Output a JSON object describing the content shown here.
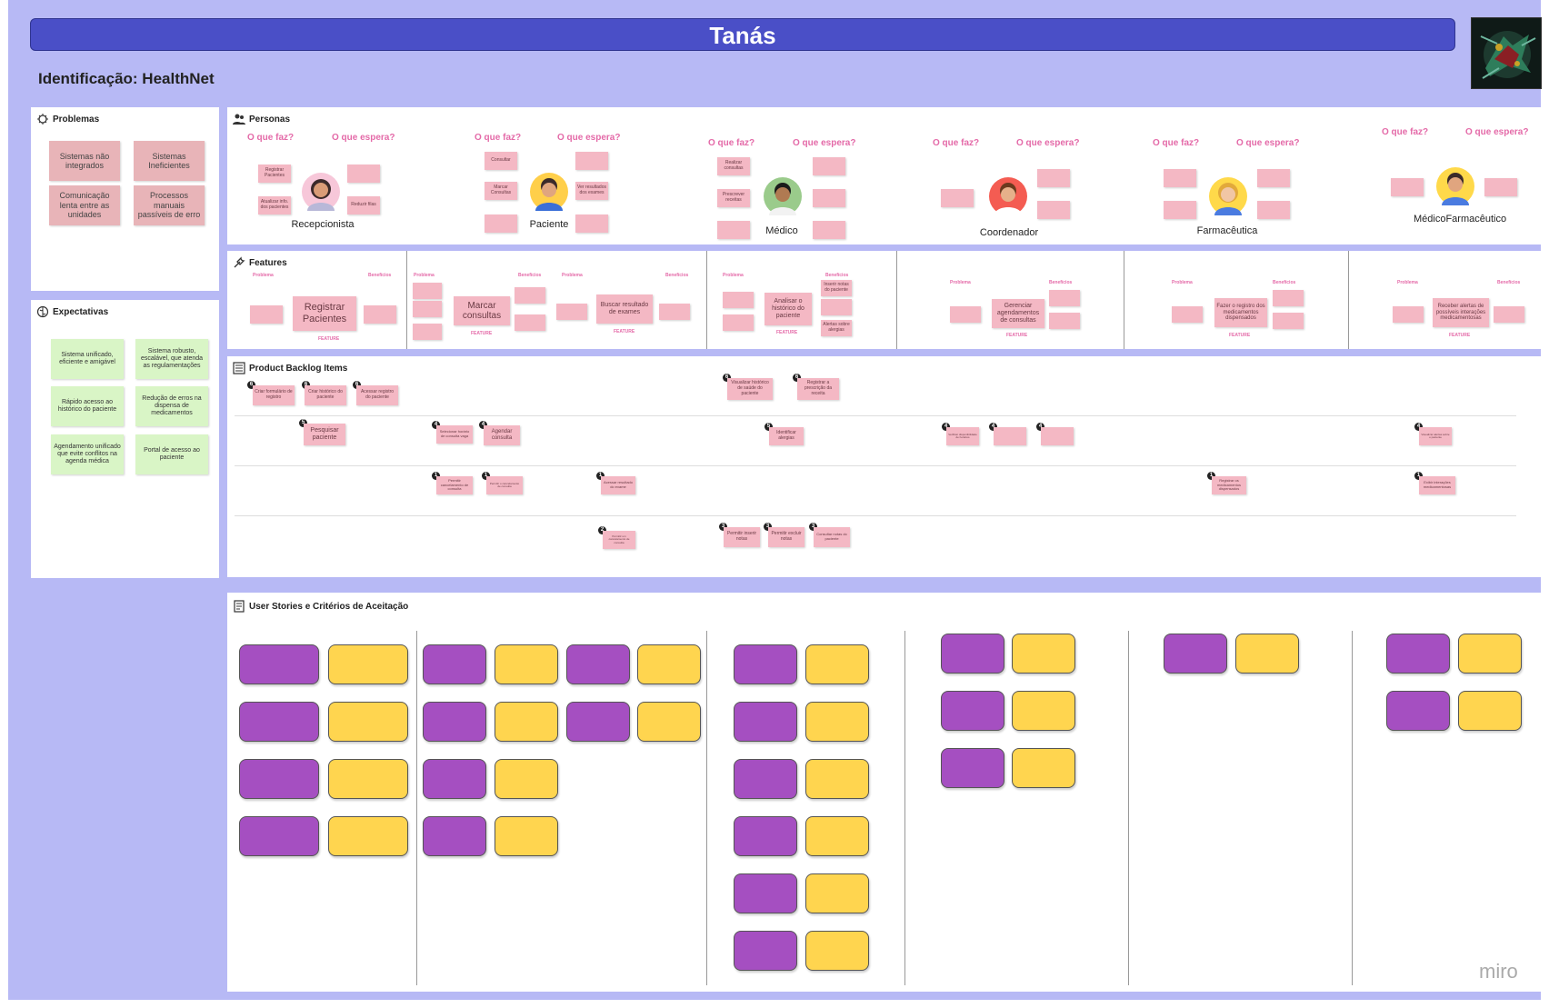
{
  "banner": {
    "title": "Tanás"
  },
  "identification": "Identificação: HealthNet",
  "problems": {
    "title": "Problemas",
    "items": [
      "Sistemas não integrados",
      "Sistemas Ineficientes",
      "Comunicação lenta entre as unidades",
      "Processos manuais passíveis de erro"
    ]
  },
  "expectations": {
    "title": "Expectativas",
    "items": [
      "Sistema unificado, eficiente e amigável",
      "Sistema robusto, escalável, que atenda as regulamentações",
      "Rápido acesso ao histórico do paciente",
      "Redução de erros na dispensa de medicamentos",
      "Agendamento unificado que evite conflitos na agenda médica",
      "Portal de acesso ao paciente"
    ]
  },
  "personas": {
    "title": "Personas",
    "q_does": "O que faz?",
    "q_expects": "O que espera?",
    "list": [
      {
        "name": "Recepcionista"
      },
      {
        "name": "Paciente"
      },
      {
        "name": "Médico"
      },
      {
        "name": "Coordenador"
      },
      {
        "name": "Farmacêutica"
      },
      {
        "name": "MédicoFarmacêutico"
      }
    ],
    "notes": [
      "Registrar Pacientes",
      "Atualizar info. dos pacientes",
      "Reduzir filas",
      "Consultar",
      "Marcar Consultas",
      "Ver resultados dos exames",
      "Realizar consultas",
      "Prescrever receitas"
    ]
  },
  "features": {
    "title": "Features",
    "problems_label": "Problema",
    "benefits_label": "Benefícios",
    "feature_label": "FEATURE",
    "items": [
      "Registrar Pacientes",
      "Marcar consultas",
      "Buscar resultado de exames",
      "Analisar o histórico do paciente",
      "Gerenciar agendamentos de consultas",
      "Fazer o registro dos medicamentos dispensados",
      "Receber alertas de possíveis interações medicamentosas"
    ],
    "notes": [
      "Inserir notas do paciente",
      "Alertas sobre alergias"
    ]
  },
  "backlog": {
    "title": "Product Backlog Items",
    "items": [
      "Criar formulário de registro",
      "Criar histórico do paciente",
      "Acessar registro do paciente",
      "Pesquisar paciente",
      "Selecionar horário de consulta vaga",
      "Agendar consulta",
      "Visualizar histórico de saúde do paciente",
      "Registrar a prescrição da receita",
      "Identificar alergias",
      "Verificar disponibilidade de horários",
      "Permitir cancelamento de consulta",
      "Permitir o cancelamento de consulta",
      "Permitir um cancelamento de consulta",
      "Acessar resultado do exame",
      "Registrar os medicamentos dispensados",
      "Exibir interações medicamentosas",
      "Permitir inserir notas",
      "Permitir excluir notas",
      "Consultar notas do paciente",
      "Visualizar alertas sobre o paciente"
    ]
  },
  "stories": {
    "title": "User Stories e Critérios de Aceitação"
  },
  "watermark": "miro"
}
